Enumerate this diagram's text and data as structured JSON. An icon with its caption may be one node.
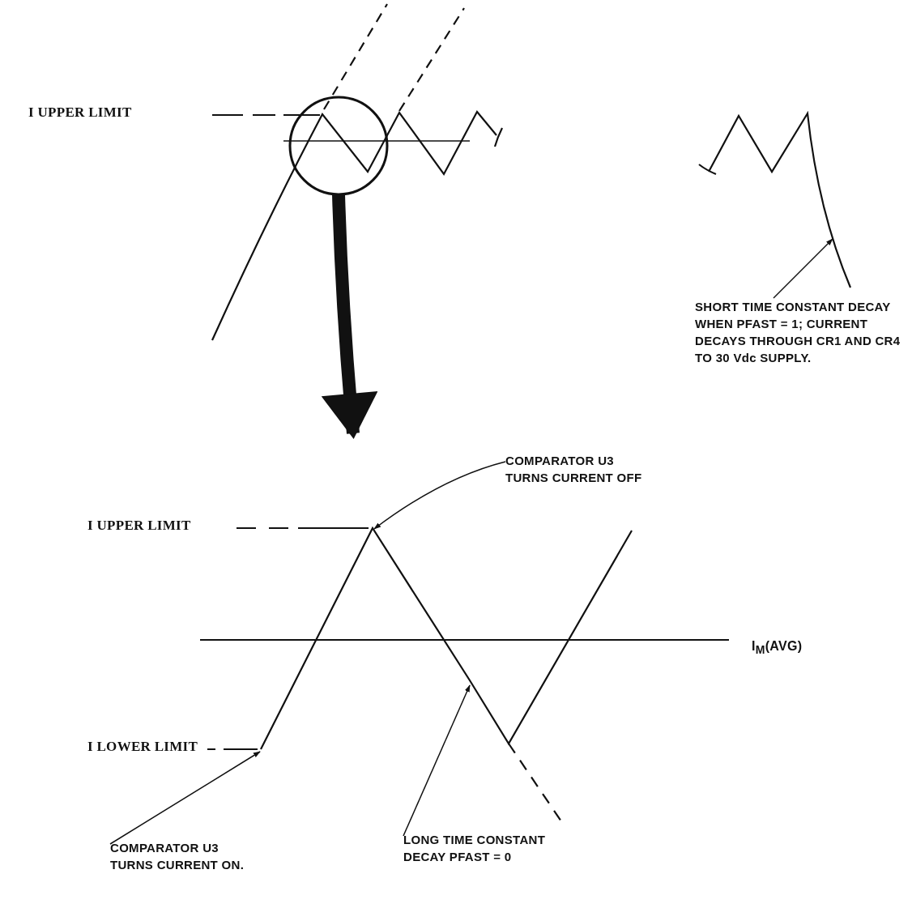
{
  "diagram": {
    "nodes": [
      {
        "text": [],
        "shape": "circle"
      },
      {
        "text": [
          "SHORT TIME CONSTANT DECAY WHEN PFAST = 1; CURRENT DECAYS THROUGH CR1 AND CR4 TO 30 Vdc SUPPLY."
        ]
      },
      {
        "text": [
          "COMPARATOR U3 TURNS CURRENT OFF"
        ]
      },
      {
        "text": [
          "LONG TIME CONSTANT DECAY PFAST = 0"
        ]
      },
      {
        "text": [
          "COMPARATOR U3 TURNS CURRENT ON."
        ]
      }
    ],
    "edges": [
      {
        "from": 0,
        "to": null,
        "arrow": "to",
        "style": "thick"
      },
      {
        "from": 1,
        "to": null,
        "arrow": "to"
      },
      {
        "from": 2,
        "to": null,
        "arrow": "to"
      },
      {
        "from": 3,
        "to": null,
        "arrow": "to"
      },
      {
        "from": 4,
        "to": null,
        "arrow": "to"
      }
    ],
    "labels": [
      "I UPPER LIMIT",
      "I UPPER LIMIT",
      "I$_{M}$(AVG)",
      "I LOWER LIMIT"
    ]
  }
}
